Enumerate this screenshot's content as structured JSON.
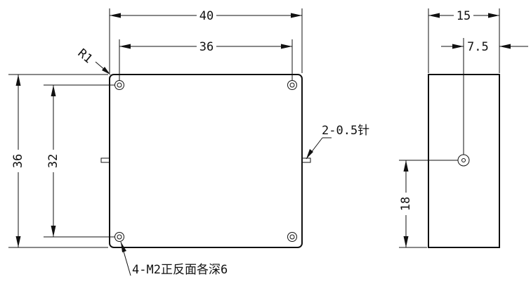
{
  "front_view": {
    "width_outer": "40",
    "width_holes": "36",
    "height_outer": "36",
    "height_holes": "32",
    "corner_radius": "R1",
    "pin_note": "2-0.5针",
    "hole_note": "4-M2正反面各深6"
  },
  "side_view": {
    "thickness": "15",
    "pin_offset": "7.5",
    "pin_height": "18"
  }
}
